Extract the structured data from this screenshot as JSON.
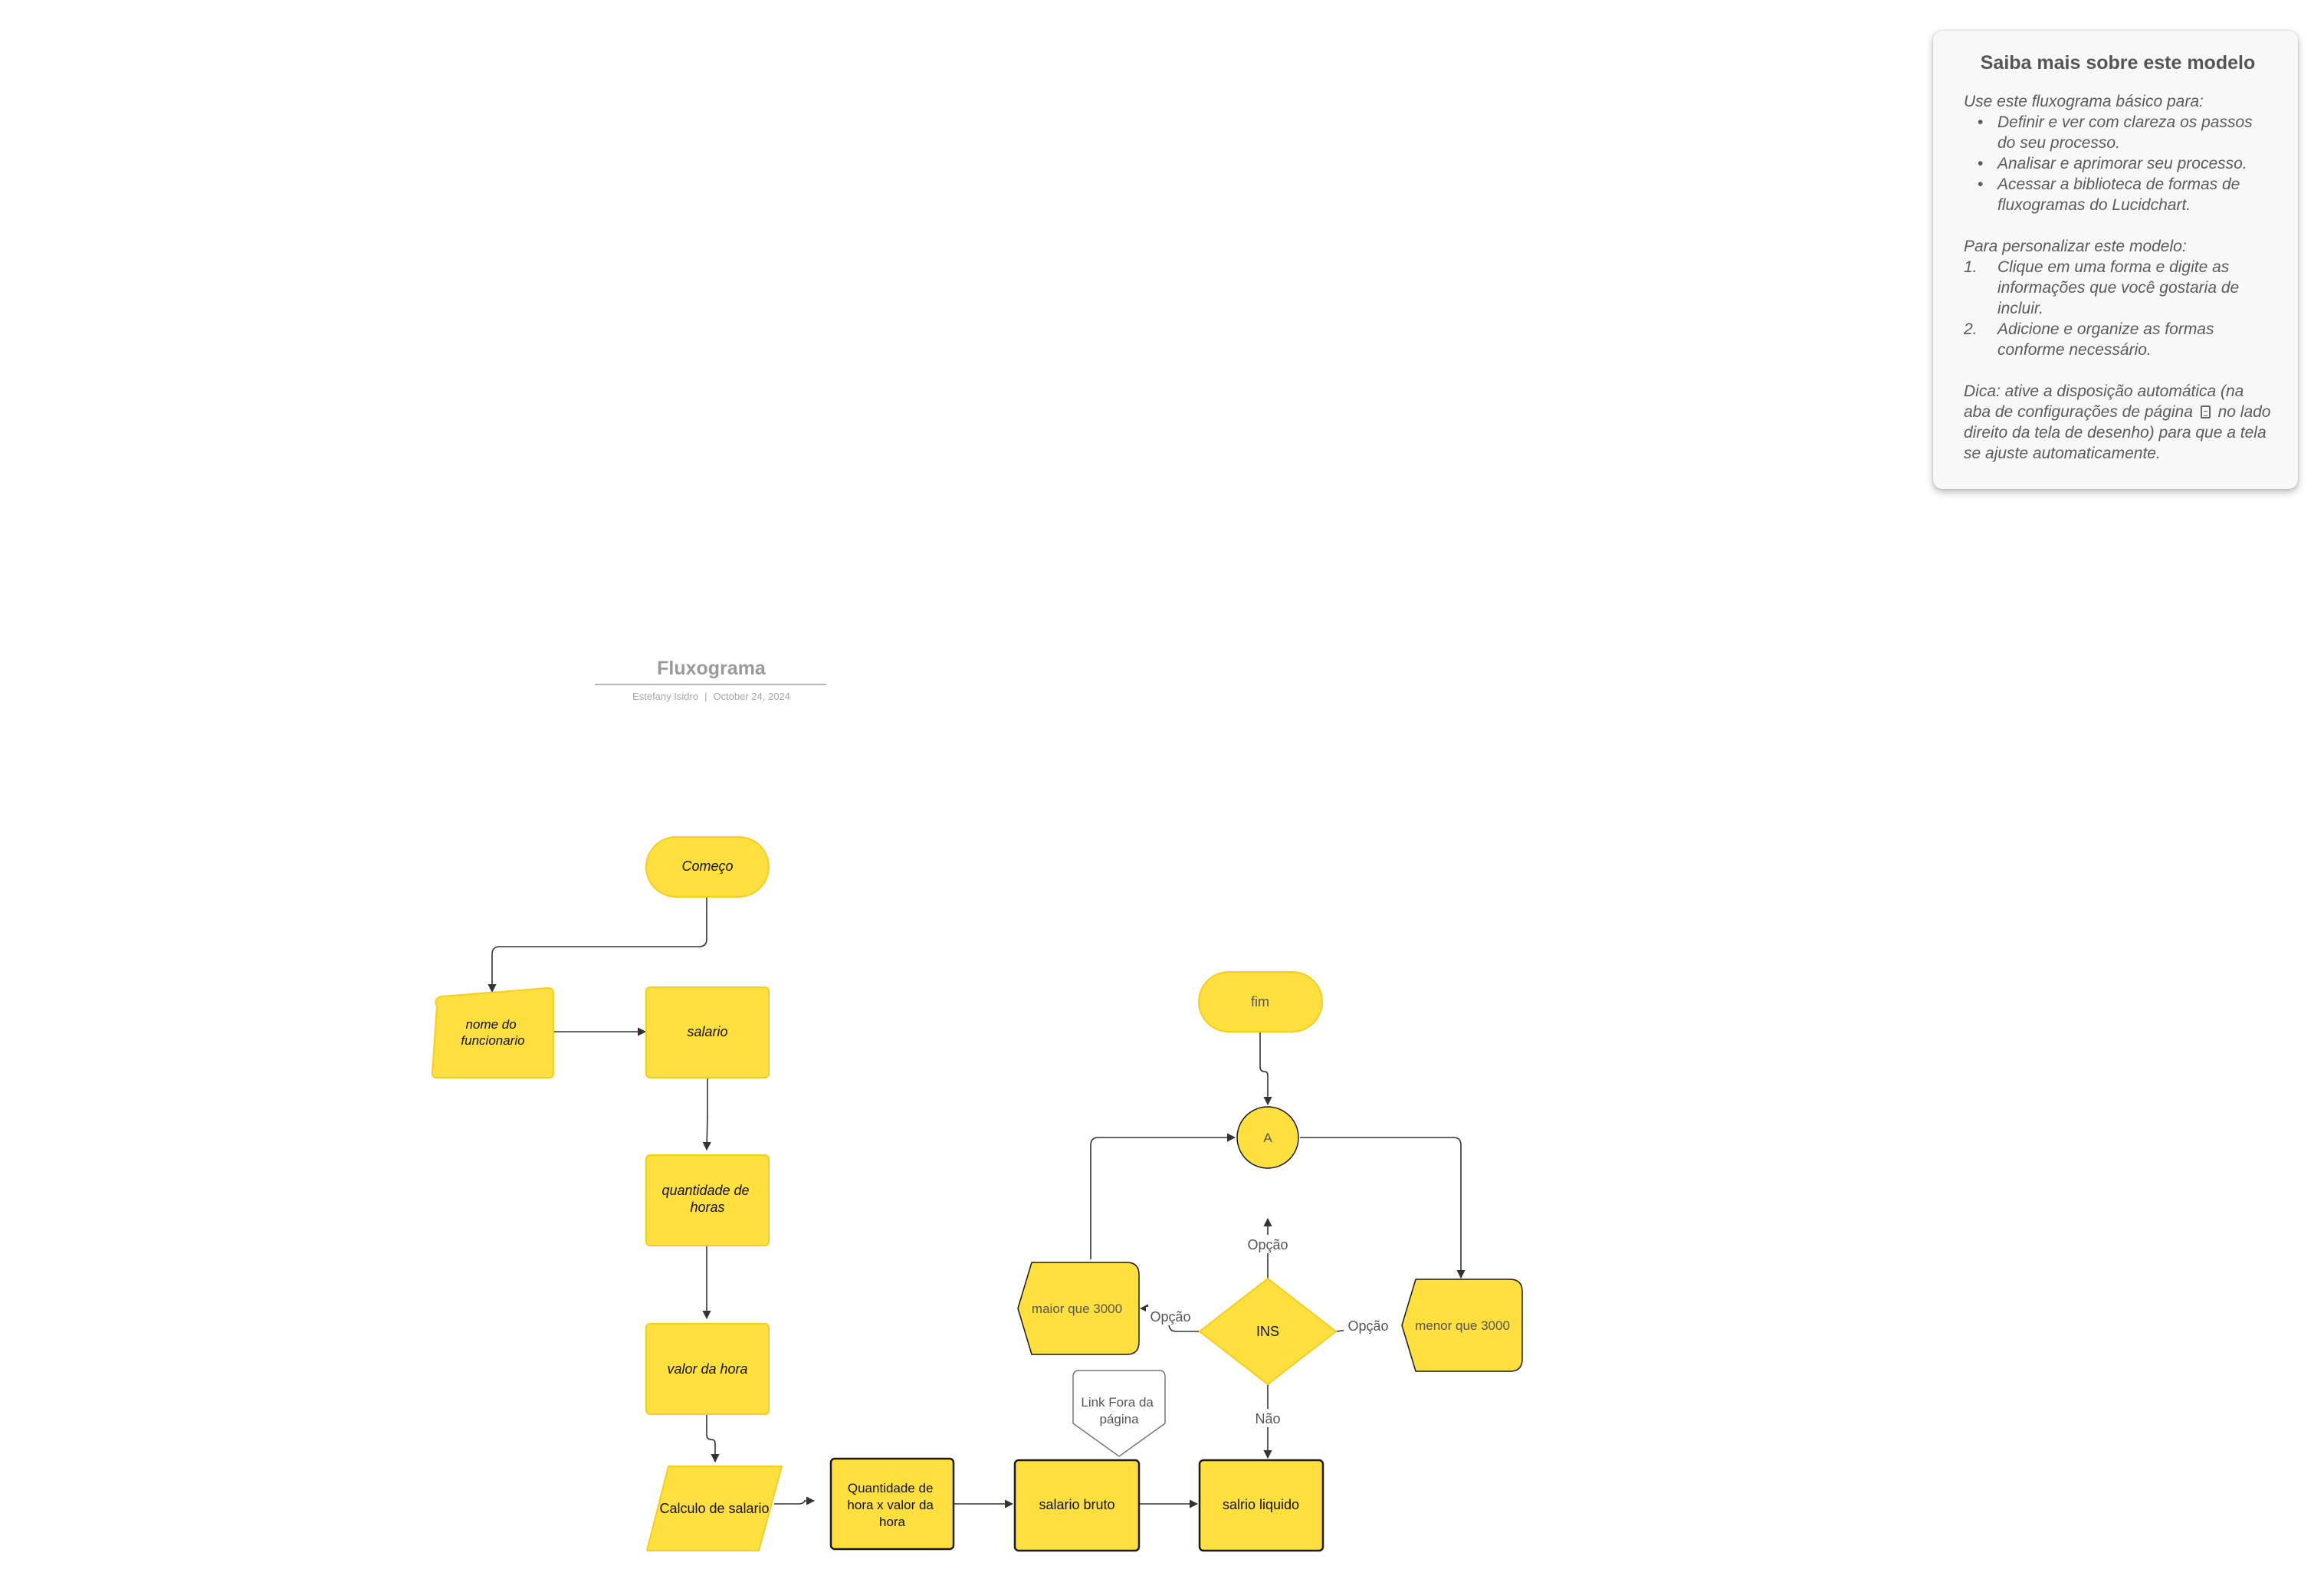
{
  "header": {
    "title": "Fluxograma",
    "author": "Estefany Isidro",
    "separator": "|",
    "date": "October 24, 2024"
  },
  "info_panel": {
    "title": "Saiba mais sobre este modelo",
    "intro": "Use este fluxograma básico para:",
    "bullets": [
      "Definir e ver com clareza os passos do seu processo.",
      "Analisar e aprimorar seu processo.",
      "Acessar a biblioteca de formas de fluxogramas do Lucidchart."
    ],
    "customize_intro": "Para personalizar este modelo:",
    "steps": [
      {
        "num": "1.",
        "text": "Clique em uma forma e digite as informações que você gostaria de incluir."
      },
      {
        "num": "2.",
        "text": "Adicione e organize as formas conforme necessário."
      }
    ],
    "tip_before_icon": "Dica: ative a disposição automática (na aba de configurações de página",
    "tip_icon": "page-settings-icon",
    "tip_after_icon": "no lado direito da tela de desenho) para que a tela se ajuste automaticamente."
  },
  "flowchart": {
    "colors": {
      "shape_fill": "#ffe03f",
      "shape_stroke": "#f5cd1e",
      "bold_stroke": "#1a1a1a",
      "connector": "#333333",
      "label_gray": "#555555",
      "title_gray": "#999999"
    },
    "nodes": {
      "comeco": "Começo",
      "nome": [
        "nome do",
        "funcionario"
      ],
      "salario": "salario",
      "quantidade": [
        "quantidade de",
        "horas"
      ],
      "valor_hora": "valor da hora",
      "calculo": "Calculo de salario",
      "qtd_x_valor": [
        "Quantidade de",
        "hora x valor da",
        "hora"
      ],
      "salario_bruto": "salario bruto",
      "salario_liquido": "salrio  liquido",
      "link_fora": [
        "Link Fora da",
        "página"
      ],
      "ins": "INS",
      "maior": "maior  que 3000",
      "menor": "menor que 3000",
      "conector_a": "A",
      "fim": "fim"
    },
    "edge_labels": {
      "opcao_top": "Opção",
      "opcao_left": "Opção",
      "opcao_right": "Opção",
      "nao": "Não"
    }
  }
}
